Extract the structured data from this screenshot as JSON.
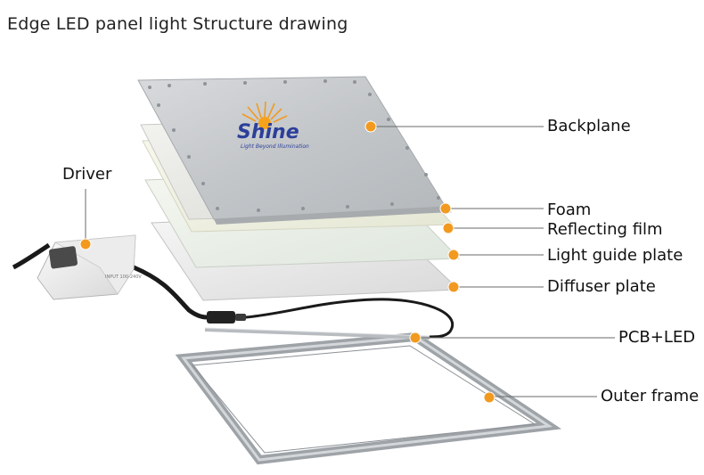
{
  "title": "Edge LED panel light Structure drawing",
  "logo": {
    "brand": "Shine",
    "tagline": "Light Beyond Illumination"
  },
  "labels": {
    "backplane": "Backplane",
    "driver": "Driver",
    "foam": "Foam",
    "reflecting_film": "Reflecting film",
    "light_guide_plate": "Light guide plate",
    "diffuser_plate": "Diffuser plate",
    "pcb_led": "PCB+LED",
    "outer_frame": "Outer frame"
  },
  "colors": {
    "marker": "#f29a1f",
    "leader_line": "#666666",
    "frame": "#a9adb2",
    "backplane": "#c9ccce",
    "logo_blue": "#2b3f9a"
  }
}
